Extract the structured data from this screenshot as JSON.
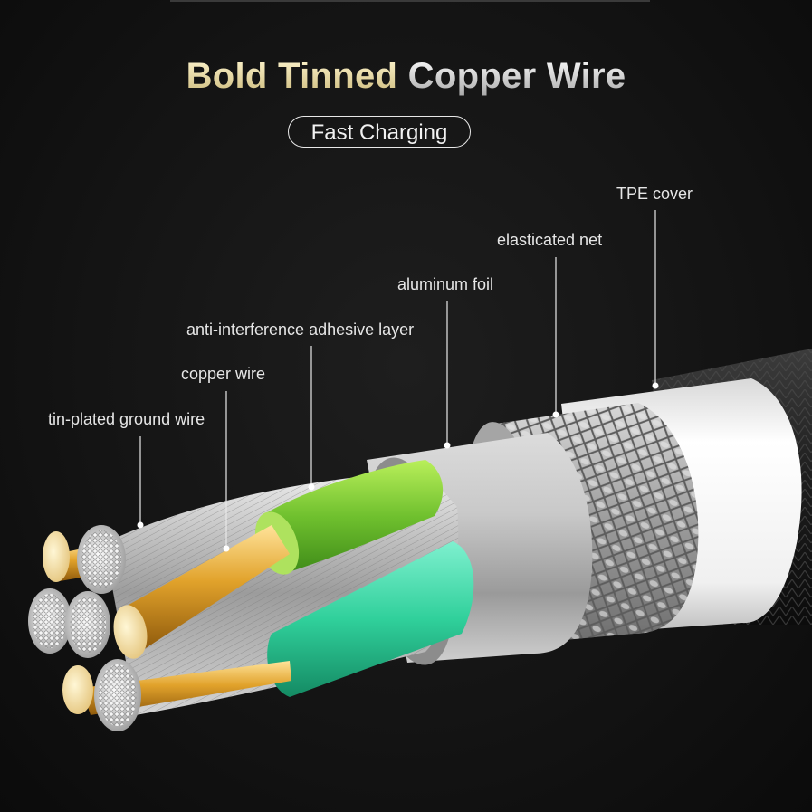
{
  "title": {
    "part1": "Bold Tinned",
    "part2": "Copper Wire"
  },
  "badge": "Fast Charging",
  "labels": {
    "tpe_cover": "TPE cover",
    "elasticated_net": "elasticated net",
    "aluminum_foil": "aluminum foil",
    "adhesive_layer": "anti-interference adhesive layer",
    "copper_wire": "copper wire",
    "ground_wire": "tin-plated ground wire"
  },
  "colors": {
    "background": "#141414",
    "gold_title": "#e9dfae",
    "silver_title": "#d6d6d6",
    "copper": "#e0a830",
    "green_layer": "#7cc63c",
    "teal_layer": "#3ed6a8",
    "foil": "#b8b8b8",
    "tpe": "#f4f4f4"
  }
}
